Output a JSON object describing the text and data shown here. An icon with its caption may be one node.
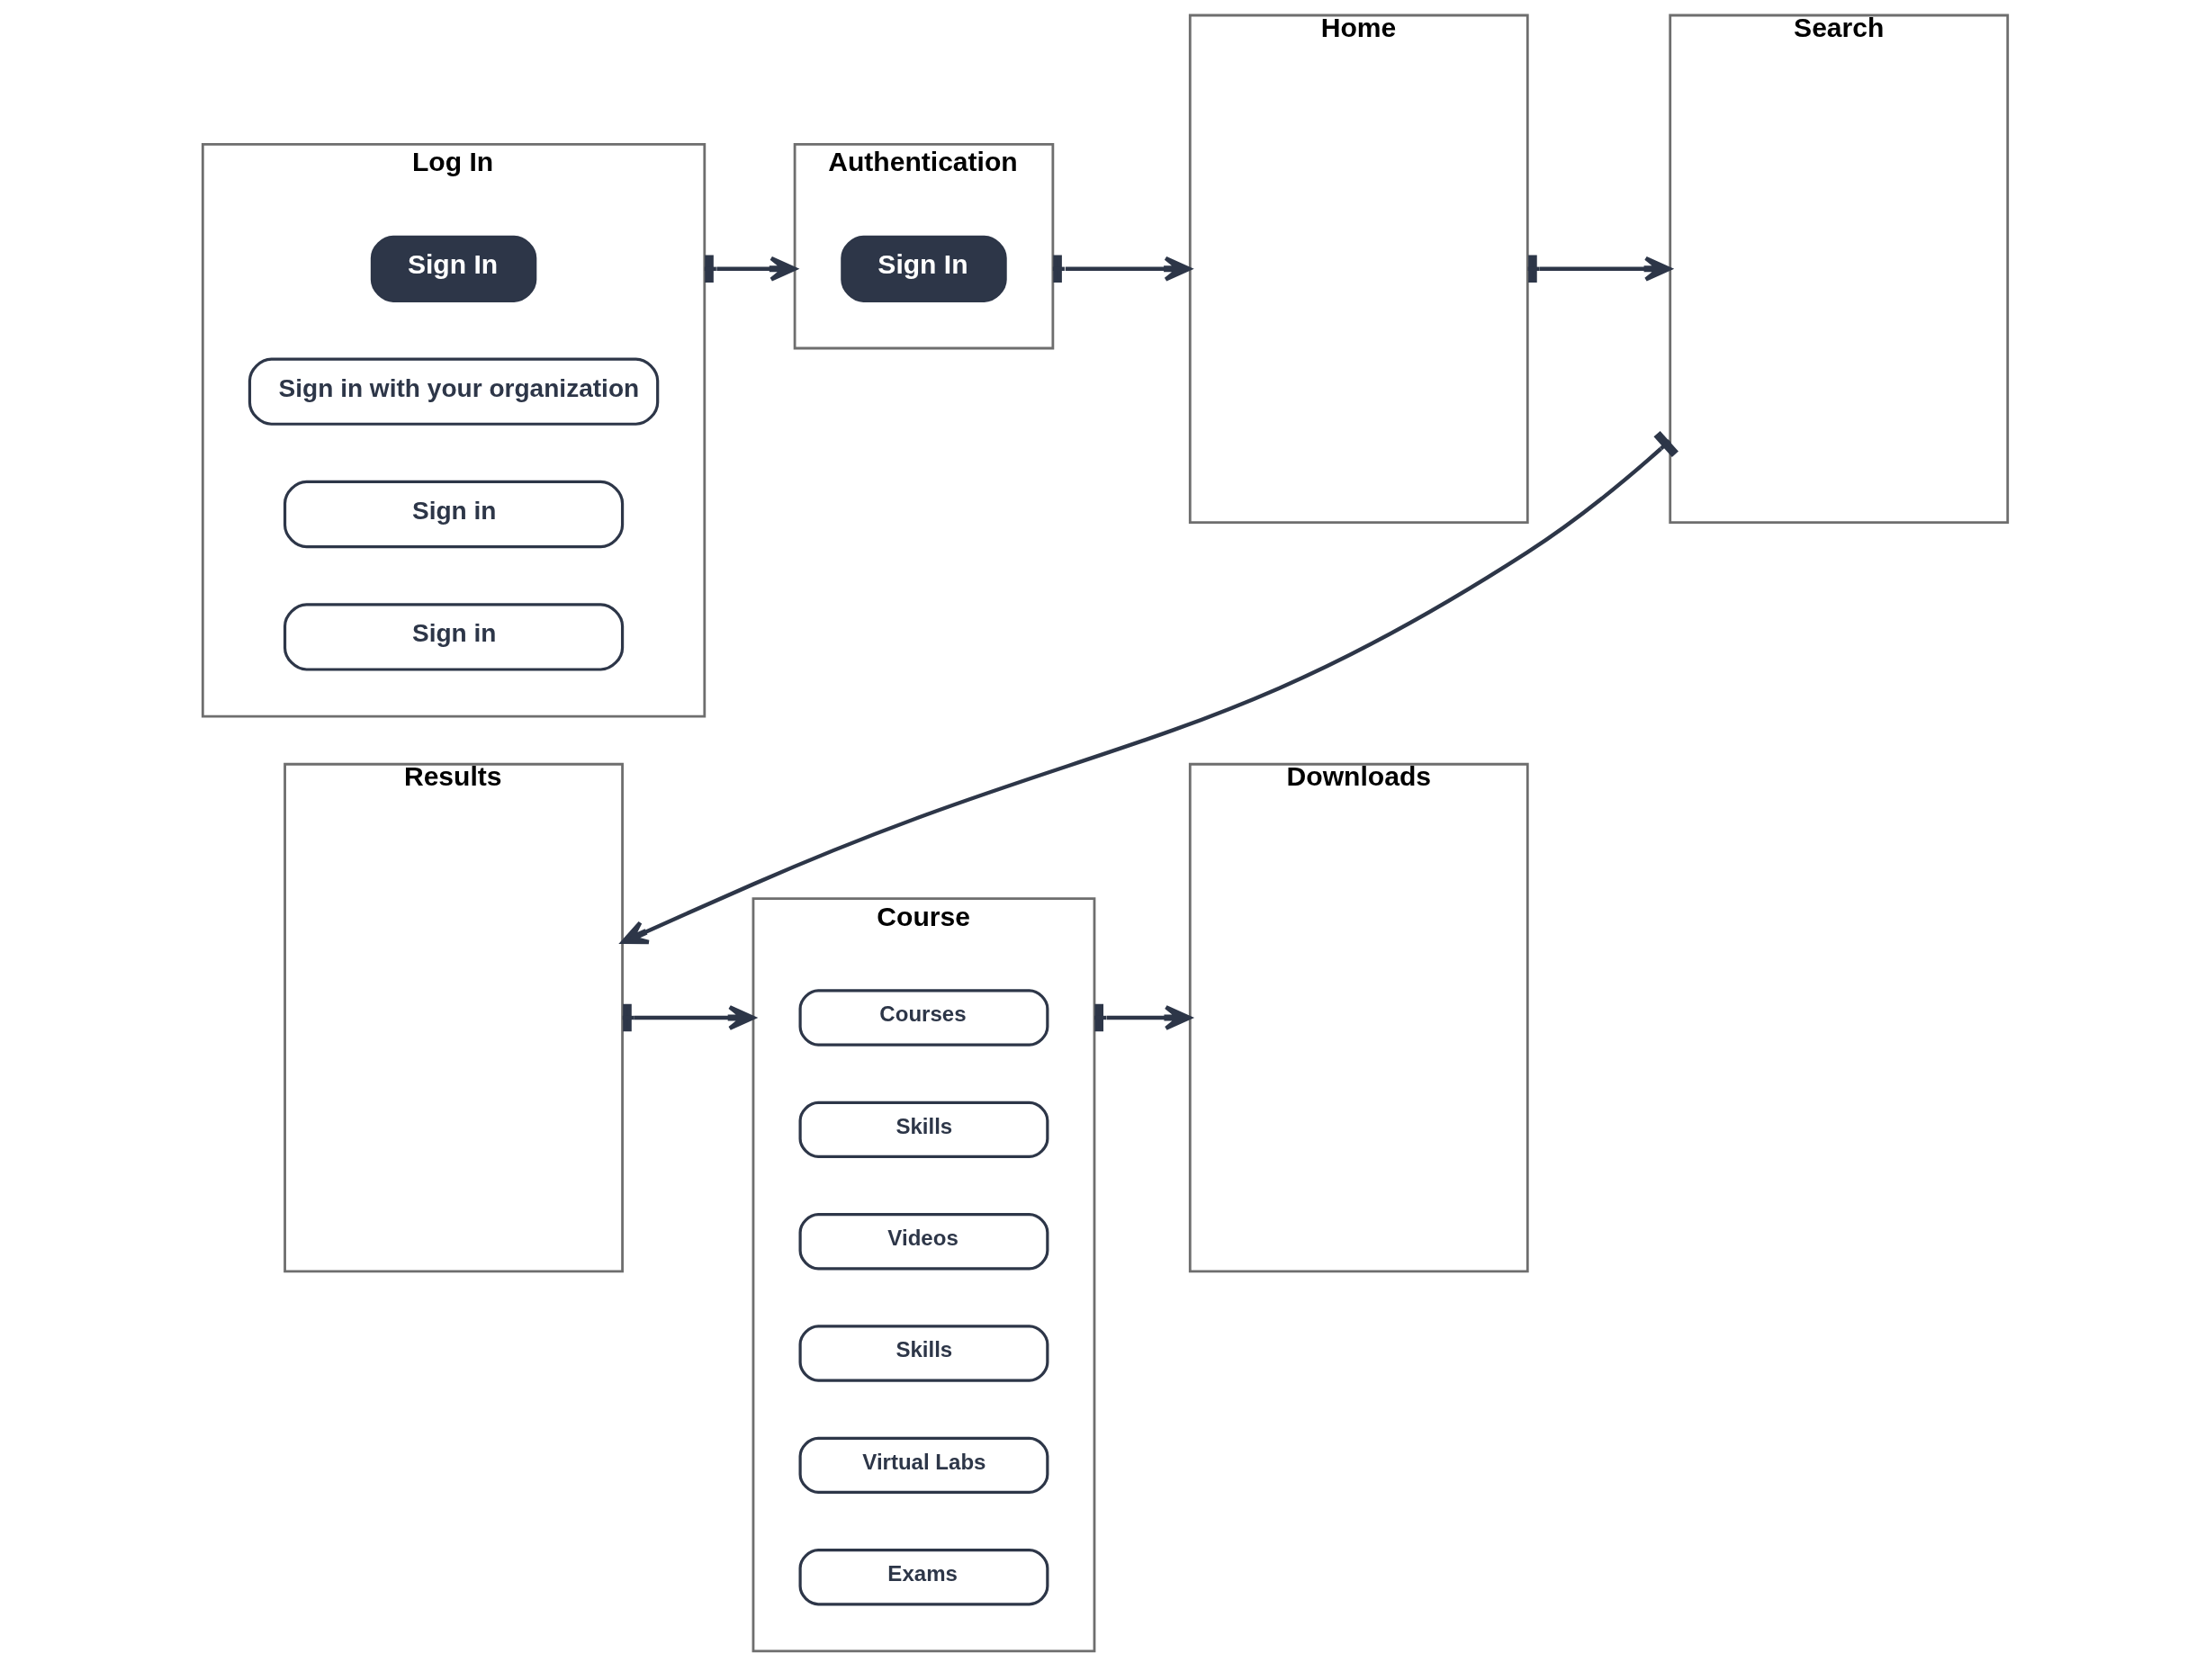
{
  "diagram": {
    "nodes": [
      {
        "text": [
          "Log In"
        ]
      },
      {
        "text": [
          "Sign In"
        ],
        "in": 0
      },
      {
        "text": [
          "Sign in with your organization"
        ],
        "in": 0
      },
      {
        "text": [
          "Sign in"
        ],
        "in": 0
      },
      {
        "text": [
          "Sign in"
        ],
        "in": 0
      },
      {
        "text": [
          "Authentication"
        ]
      },
      {
        "text": [
          "Sign In"
        ],
        "in": 5
      },
      {
        "text": [
          "Home"
        ]
      },
      {
        "text": [
          "Search"
        ]
      },
      {
        "text": [
          "Results"
        ]
      },
      {
        "text": [
          "Course"
        ]
      },
      {
        "text": [
          "Courses"
        ],
        "in": 10
      },
      {
        "text": [
          "Skills"
        ],
        "in": 10
      },
      {
        "text": [
          "Videos"
        ],
        "in": 10
      },
      {
        "text": [
          "Skills"
        ],
        "in": 10
      },
      {
        "text": [
          "Virtual Labs"
        ],
        "in": 10
      },
      {
        "text": [
          "Exams"
        ],
        "in": 10
      },
      {
        "text": [
          "Downloads"
        ]
      }
    ],
    "edges": [
      {
        "from": 0,
        "to": 5,
        "arrow": "to"
      },
      {
        "from": 5,
        "to": 7,
        "arrow": "to"
      },
      {
        "from": 7,
        "to": 8,
        "arrow": "to"
      },
      {
        "from": 8,
        "to": 9,
        "arrow": "to"
      },
      {
        "from": 9,
        "to": 10,
        "arrow": "to"
      },
      {
        "from": 10,
        "to": 17,
        "arrow": "to"
      }
    ]
  }
}
